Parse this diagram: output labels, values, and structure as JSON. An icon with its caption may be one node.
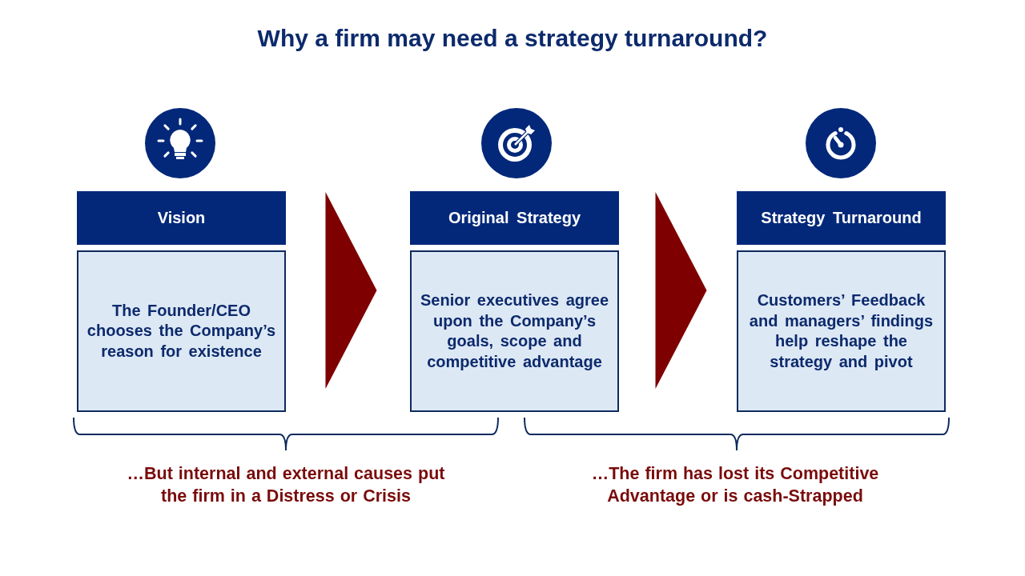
{
  "diagram": {
    "title": "Why a firm may need a strategy turnaround?",
    "nodes": [
      {
        "text": [
          "Vision"
        ]
      },
      {
        "text": [
          "The Founder/CEO chooses the Company’s reason for existence"
        ]
      },
      {
        "text": [
          "Original Strategy"
        ]
      },
      {
        "text": [
          "Senior executives agree upon the Company’s goals, scope and competitive advantage"
        ]
      },
      {
        "text": [
          "Strategy Turnaround"
        ]
      },
      {
        "text": [
          "Customers’ Feedback and managers’ findings help reshape the strategy and pivot"
        ]
      }
    ],
    "edges": [
      {
        "from": 1,
        "to": 3,
        "arrow": "to"
      },
      {
        "from": 3,
        "to": 5,
        "arrow": "to"
      }
    ],
    "labels": [
      "…But internal and external causes put the firm in a Distress or Crisis",
      "…The firm has lost its Competitive Advantage or is cash-Strapped"
    ]
  }
}
